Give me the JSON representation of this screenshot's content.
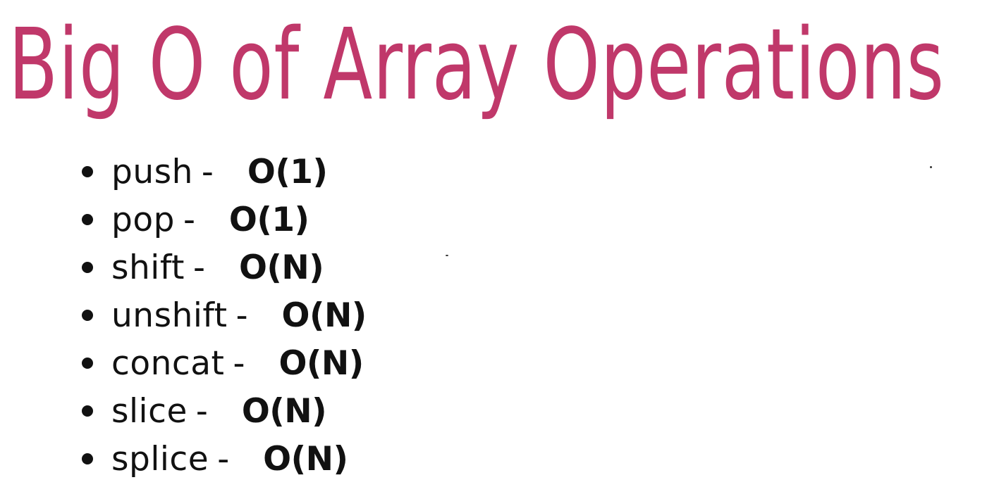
{
  "slide": {
    "title": "Big O of Array Operations",
    "title_color": "#c0386a",
    "operations": [
      {
        "name": "push",
        "dash": "-",
        "complexity": "O(1)"
      },
      {
        "name": "pop",
        "dash": "-",
        "complexity": "O(1)"
      },
      {
        "name": "shift",
        "dash": "-",
        "complexity": "O(N)"
      },
      {
        "name": "unshift",
        "dash": "-",
        "complexity": "O(N)"
      },
      {
        "name": "concat",
        "dash": "-",
        "complexity": "O(N)"
      },
      {
        "name": "slice",
        "dash": "-",
        "complexity": "O(N)"
      },
      {
        "name": "splice",
        "dash": "-",
        "complexity": "O(N)"
      }
    ]
  }
}
